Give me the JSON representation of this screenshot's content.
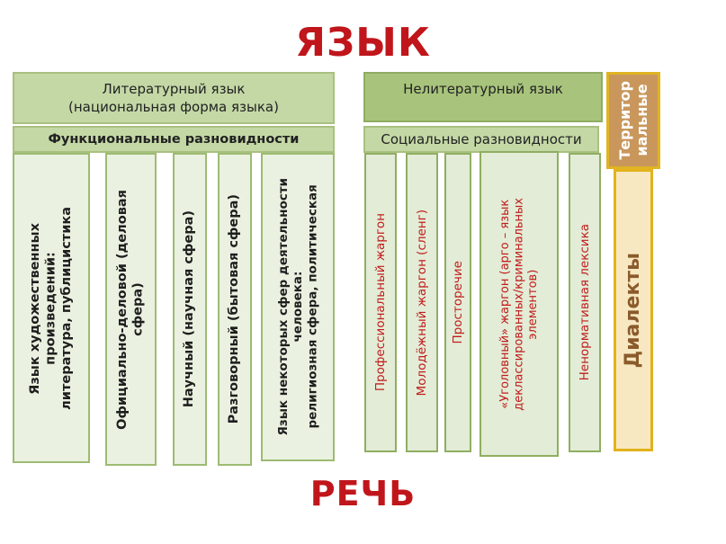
{
  "title_top": "ЯЗЫК",
  "title_bottom": "РЕЧЬ",
  "literary": {
    "header": "Литературный язык\n(национальная форма языка)",
    "subheader": "Функциональные разновидности",
    "columns": [
      "Язык художественных\nпроизведений:\nлитература, публицистика",
      "Официально-деловой (деловая\nсфера)",
      "Научный (научная сфера)",
      "Разговорный (бытовая сфера)",
      "Язык некоторых  сфер  деятельности\nчеловека:\nрелигиозная сфера, политическая"
    ]
  },
  "nonliterary": {
    "header": "Нелитературный язык",
    "subheader": "Социальные разновидности",
    "columns": [
      "Профессиональный жаргон",
      "Молодёжный жаргон (сленг)",
      "Просторечие",
      "«Уголовный» жаргон (арго – язык\nдеклассированных/криминальных\nэлементов)",
      "Ненормативная лексика"
    ]
  },
  "territorial": {
    "header": "Территор\nиальные",
    "column": "Диалекты"
  }
}
